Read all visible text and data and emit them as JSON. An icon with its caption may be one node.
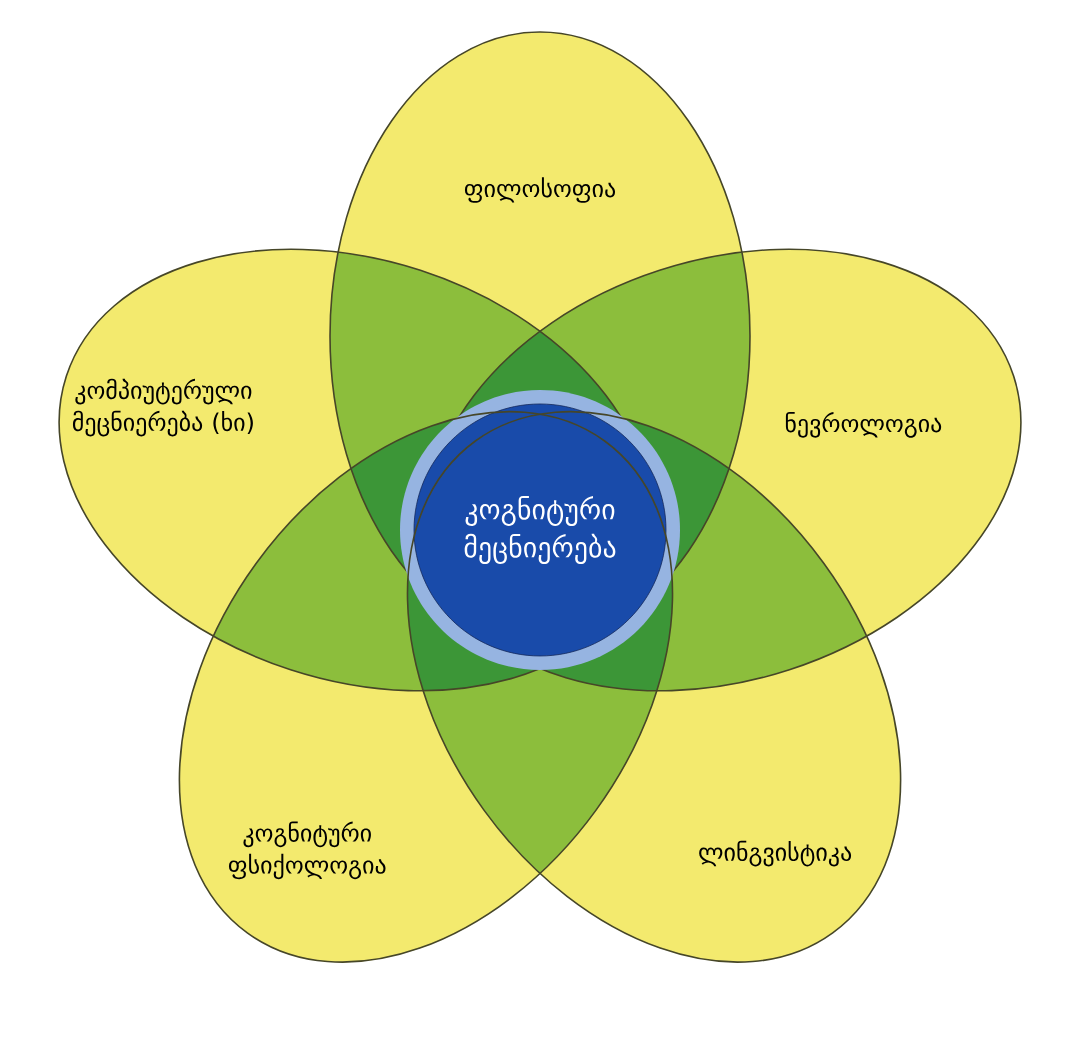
{
  "diagram": {
    "nodes": [
      {
        "text": [
          "ფილოსოფია"
        ]
      },
      {
        "text": [
          "კომპიუტერული მეცნიერება (ხი)"
        ]
      },
      {
        "text": [
          "ნევროლოგია"
        ]
      },
      {
        "text": [
          "კოგნიტური მეცნიერება"
        ]
      },
      {
        "text": [
          "კოგნიტური ფსიქოლოგია"
        ]
      },
      {
        "text": [
          "ლინგვისტიკა"
        ]
      }
    ]
  }
}
